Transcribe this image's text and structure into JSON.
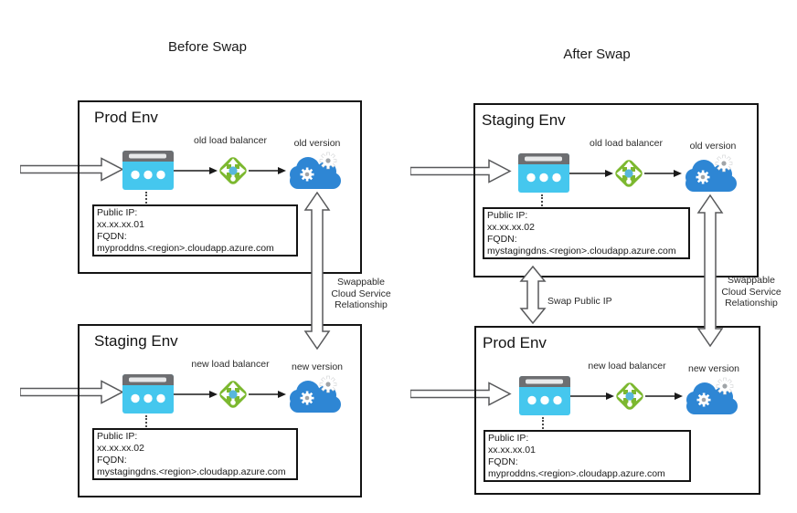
{
  "titles": {
    "before": "Before Swap",
    "after": "After Swap"
  },
  "panels": [
    {
      "env": "Prod Env",
      "lb": "old load balancer",
      "version": "old version",
      "info": [
        "Public IP:",
        "xx.xx.xx.01",
        "FQDN:",
        "myproddns.<region>.cloudapp.azure.com"
      ]
    },
    {
      "env": "Staging Env",
      "lb": "new load balancer",
      "version": "new version",
      "info": [
        "Public IP:",
        "xx.xx.xx.02",
        "FQDN:",
        "mystagingdns.<region>.cloudapp.azure.com"
      ]
    },
    {
      "env": "Staging Env",
      "lb": "old load balancer",
      "version": "old version",
      "info": [
        "Public IP:",
        "xx.xx.xx.02",
        "FQDN:",
        "mystagingdns.<region>.cloudapp.azure.com"
      ]
    },
    {
      "env": "Prod Env",
      "lb": "new load balancer",
      "version": "new version",
      "info": [
        "Public IP:",
        "xx.xx.xx.01",
        "FQDN:",
        "myproddns.<region>.cloudapp.azure.com"
      ]
    }
  ],
  "annotations": {
    "swappable": [
      "Swappable",
      "Cloud Service",
      "Relationship"
    ],
    "swap_public_ip": "Swap Public IP"
  },
  "icons": {
    "browser": "browser-window-icon",
    "load_balancer": "load-balancer-icon",
    "cloud": "cloud-service-icon",
    "input_arrow": "hollow-input-arrow",
    "swap_arrow": "double-headed-hollow-arrow"
  },
  "colors": {
    "browser_body": "#45C7EE",
    "browser_bar": "#6D6E71",
    "lb_green": "#7CB82F",
    "lb_center": "#58B7DC",
    "cloud_blue": "#2E86D4",
    "arrow_outline": "#58595B",
    "box_border": "#141414"
  }
}
